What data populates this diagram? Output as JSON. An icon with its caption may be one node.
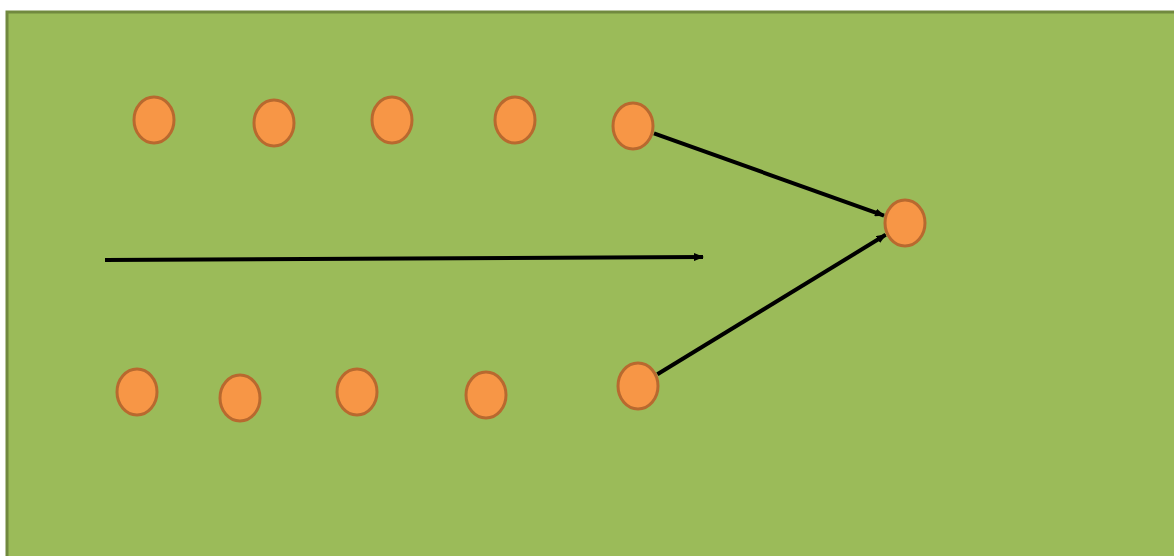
{
  "diagram": {
    "nodes": [
      {
        "text": [],
        "shape": "circle"
      },
      {
        "text": [],
        "shape": "circle"
      },
      {
        "text": [],
        "shape": "circle"
      },
      {
        "text": [],
        "shape": "circle"
      },
      {
        "text": [],
        "shape": "circle"
      },
      {
        "text": [],
        "shape": "circle"
      },
      {
        "text": [],
        "shape": "circle"
      },
      {
        "text": [],
        "shape": "circle"
      },
      {
        "text": [],
        "shape": "circle"
      },
      {
        "text": [],
        "shape": "circle"
      },
      {
        "text": [],
        "shape": "circle"
      }
    ],
    "edges": [
      {
        "from": 4,
        "to": 5,
        "arrow": "to"
      },
      {
        "from": 10,
        "to": 5,
        "arrow": "to"
      }
    ]
  }
}
